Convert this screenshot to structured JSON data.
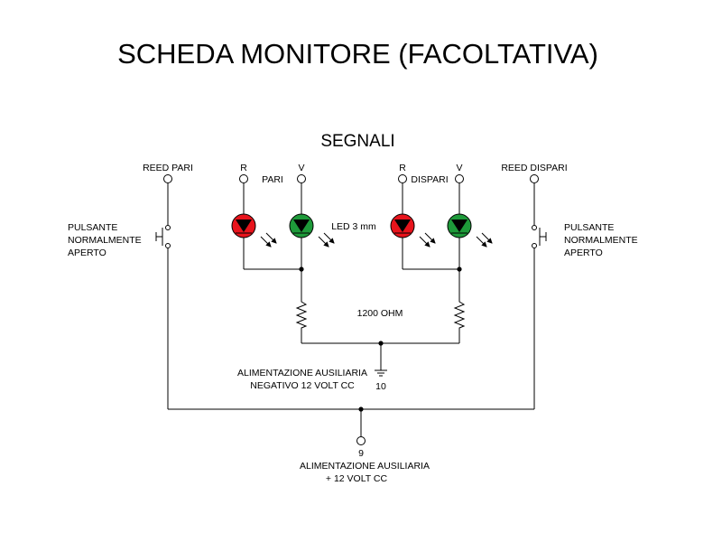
{
  "title": "SCHEDA MONITORE (FACOLTATIVA)",
  "subtitle": "SEGNALI",
  "labels": {
    "reed_pari": "REED PARI",
    "reed_dispari": "REED DISPARI",
    "r_left": "R",
    "v_left": "V",
    "r_right": "R",
    "v_right": "V",
    "pari": "PARI",
    "dispari": "DISPARI",
    "led": "LED 3 mm",
    "resistor": "1200 OHM",
    "pulsante_left": [
      "PULSANTE",
      "NORMALMENTE",
      "APERTO"
    ],
    "pulsante_right": [
      "PULSANTE",
      "NORMALMENTE",
      "APERTO"
    ],
    "neg_supply": [
      "ALIMENTAZIONE AUSILIARIA",
      "NEGATIVO 12 VOLT CC"
    ],
    "neg_terminal": "10",
    "pos_terminal": "9",
    "pos_supply": [
      "ALIMENTAZIONE AUSILIARIA",
      "+ 12 VOLT CC"
    ]
  },
  "colors": {
    "led_red": "#e8141c",
    "led_green": "#1e9a3a",
    "wire": "#000000"
  }
}
